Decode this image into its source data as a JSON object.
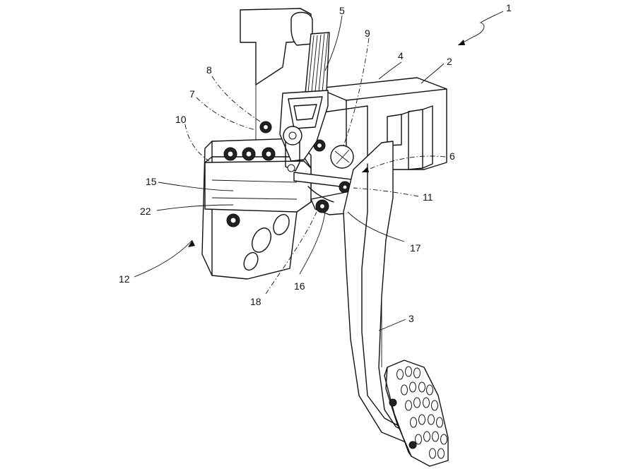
{
  "labels": {
    "l1": "1",
    "l2": "2",
    "l3": "3",
    "l4": "4",
    "l5": "5",
    "l6": "6",
    "l7": "7",
    "l8": "8",
    "l9": "9",
    "l10": "10",
    "l11": "11",
    "l12": "12",
    "l15": "15",
    "l16": "16",
    "l17": "17",
    "l18": "18",
    "l22": "22"
  }
}
